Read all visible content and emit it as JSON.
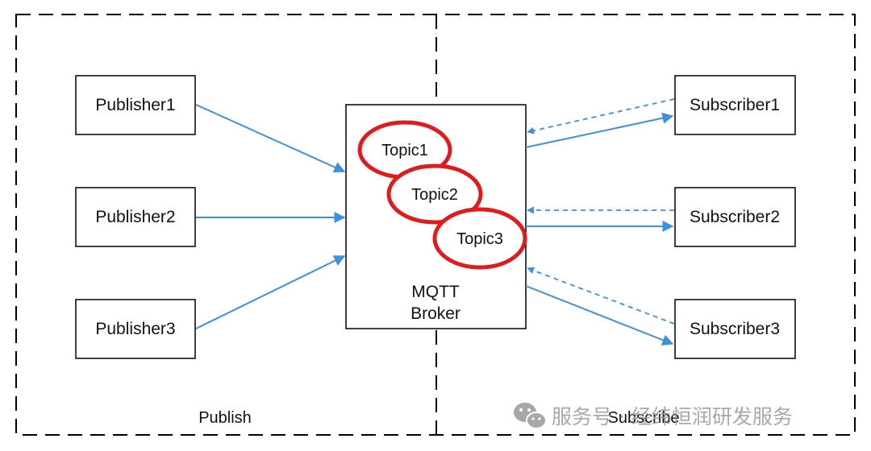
{
  "regions": {
    "publish": "Publish",
    "subscribe": "Subscribe"
  },
  "publishers": [
    "Publisher1",
    "Publisher2",
    "Publisher3"
  ],
  "subscribers": [
    "Subscriber1",
    "Subscriber2",
    "Subscriber3"
  ],
  "broker": {
    "line1": "MQTT",
    "line2": "Broker",
    "topics": [
      "Topic1",
      "Topic2",
      "Topic3"
    ]
  },
  "watermark": {
    "icon": "wechat-icon",
    "text": "服务号 · 经纬恒润研发服务"
  },
  "colors": {
    "arrow": "#3d8fe0",
    "topic_outline": "#e01b1b",
    "border": "#000000",
    "watermark": "#9a9a9a"
  }
}
